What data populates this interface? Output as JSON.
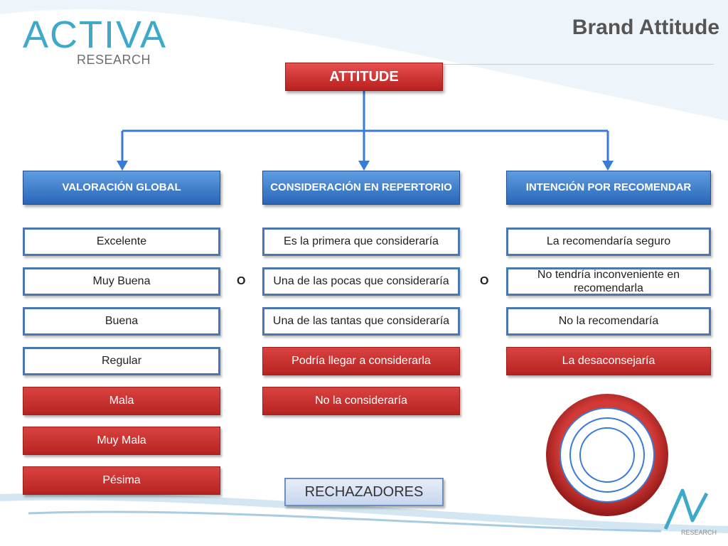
{
  "header": {
    "logo_main": "ACTIVA",
    "logo_sub": "RESEARCH",
    "title": "Brand Attitude"
  },
  "diagram": {
    "root": "ATTITUDE",
    "separator": "O",
    "columns": [
      {
        "heading": "VALORACIÓN GLOBAL",
        "positive": [
          "Excelente",
          "Muy Buena",
          "Buena",
          "Regular"
        ],
        "negative": [
          "Mala",
          "Muy Mala",
          "Pésima"
        ]
      },
      {
        "heading": "CONSIDERACIÓN EN REPERTORIO",
        "positive": [
          "Es la primera que consideraría",
          "Una de las pocas que consideraría",
          "Una de las tantas que consideraría"
        ],
        "negative": [
          "Podría llegar a considerarla",
          "No la consideraría"
        ]
      },
      {
        "heading": "INTENCIÓN POR RECOMENDAR",
        "positive": [
          "La recomendaría seguro",
          "No tendría inconveniente en recomendarla",
          "No la recomendaría"
        ],
        "negative": [
          "La desaconsejaría"
        ]
      }
    ],
    "rejecters_label": "RECHAZADORES"
  },
  "footer": {
    "logo_sub": "RESEARCH"
  },
  "colors": {
    "red": "#c9302c",
    "blue": "#3a7bd5",
    "logo": "#3fa9c9",
    "title": "#555555"
  }
}
